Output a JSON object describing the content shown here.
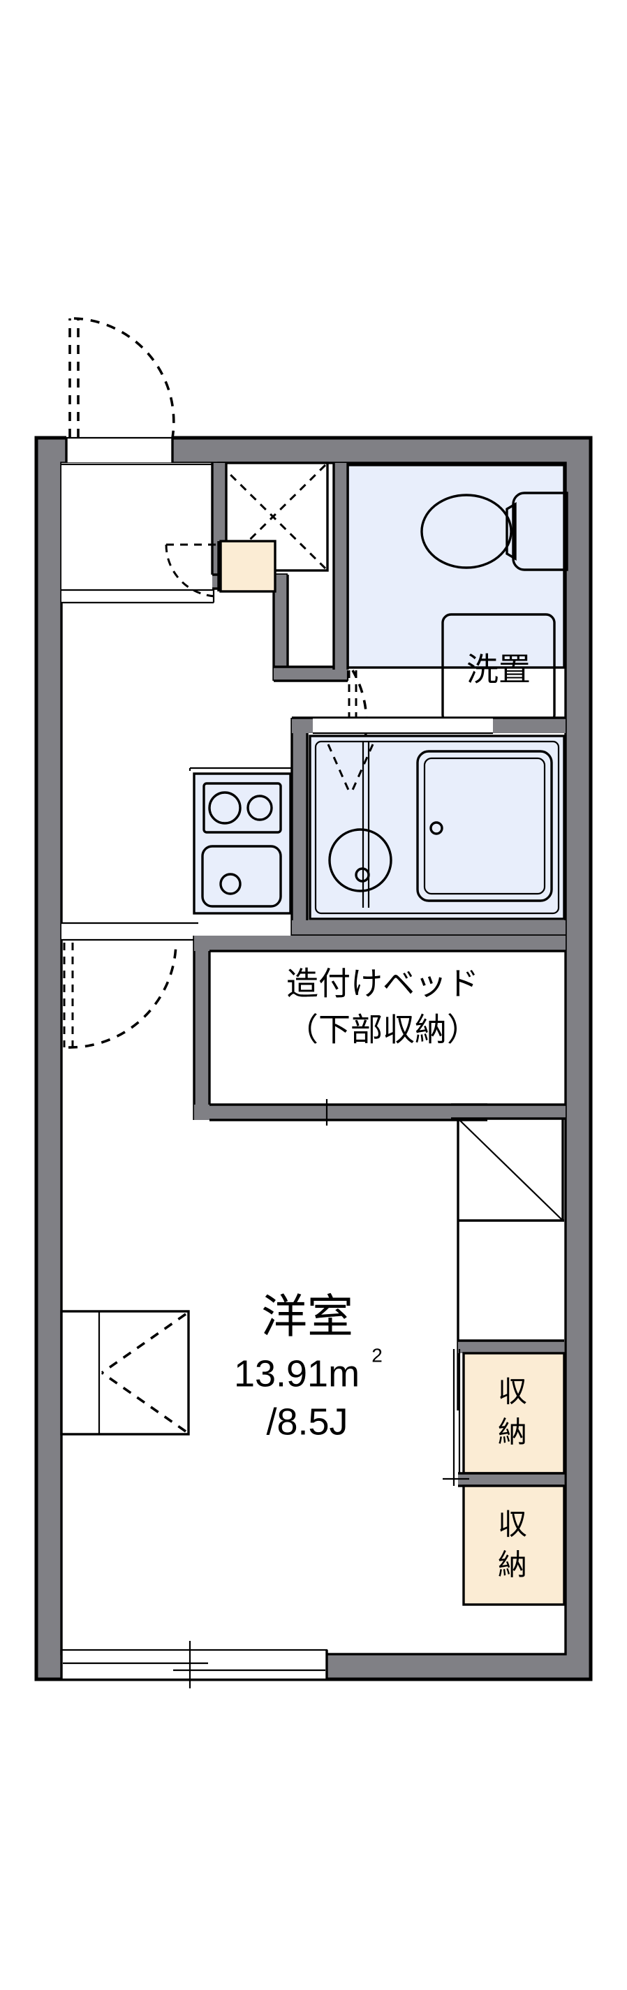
{
  "document": {
    "type": "floor-plan",
    "title": "",
    "unit_layout": "1K",
    "background_color": "#ffffff"
  },
  "palette": {
    "wall": "#808085",
    "ink": "#000000",
    "fixture": "#e8eefb",
    "closet": "#fbecd4",
    "room": "#ffffff"
  },
  "labels": {
    "built_in_bed": "造付けベッド",
    "built_in_bed_sub": "（下部収納）",
    "main_room": "洋室",
    "main_room_area": "13.91m",
    "main_room_area_sup": "2",
    "main_room_jo": "/8.5J",
    "washer": "洗置",
    "closet_upper_line1": "収",
    "closet_upper_line2": "納",
    "closet_lower_line1": "収",
    "closet_lower_line2": "納"
  },
  "rooms": [
    {
      "name": "entrance-hall",
      "label": ""
    },
    {
      "name": "kitchen",
      "label": ""
    },
    {
      "name": "toilet",
      "label": ""
    },
    {
      "name": "unit-bath",
      "label": ""
    },
    {
      "name": "western-room",
      "label": "洋室",
      "area_sqm": "13.91",
      "area_jo": "8.5"
    }
  ],
  "fixtures": [
    {
      "name": "toilet-bowl",
      "label": ""
    },
    {
      "name": "washing-machine-space",
      "label": "洗置"
    },
    {
      "name": "gas-stove-two-burner",
      "label": ""
    },
    {
      "name": "kitchen-sink",
      "label": ""
    },
    {
      "name": "bathtub",
      "label": ""
    },
    {
      "name": "bathroom-washbasin",
      "label": ""
    },
    {
      "name": "shoe-cabinet",
      "label": ""
    },
    {
      "name": "storage-box",
      "label": ""
    },
    {
      "name": "built-in-bed",
      "label": "造付けベッド（下部収納）"
    },
    {
      "name": "closet-upper",
      "label": "収納"
    },
    {
      "name": "closet-lower",
      "label": "収納"
    },
    {
      "name": "wall-closet-left",
      "label": ""
    },
    {
      "name": "entrance-door",
      "label": ""
    },
    {
      "name": "kitchen-door",
      "label": ""
    },
    {
      "name": "toilet-door",
      "label": ""
    },
    {
      "name": "bath-door",
      "label": ""
    },
    {
      "name": "balcony-window",
      "label": ""
    },
    {
      "name": "alcove-recess",
      "label": ""
    }
  ]
}
